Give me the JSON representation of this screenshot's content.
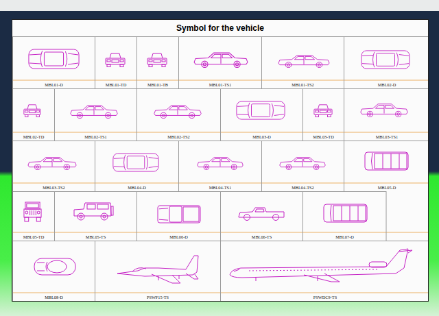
{
  "diagram": {
    "title": "Symbol for the vehicle",
    "nodes": [
      {
        "text": [
          "MBL01-D"
        ]
      },
      {
        "text": [
          "MBL01-TD"
        ]
      },
      {
        "text": [
          "MBL01-TB"
        ]
      },
      {
        "text": [
          "MBL01-TS1"
        ]
      },
      {
        "text": [
          "MBL01-TS2"
        ]
      },
      {
        "text": [
          "MBL02-D"
        ]
      },
      {
        "text": [
          "MBL02-TD"
        ]
      },
      {
        "text": [
          "MBL02-TS1"
        ]
      },
      {
        "text": [
          "MBL02-TS2"
        ]
      },
      {
        "text": [
          "MBL03-D"
        ]
      },
      {
        "text": [
          "MBL03-TD"
        ]
      },
      {
        "text": [
          "MBL03-TS1"
        ]
      },
      {
        "text": [
          "MBL03-TS2"
        ]
      },
      {
        "text": [
          "MBL04-D"
        ]
      },
      {
        "text": [
          "MBL04-TS1"
        ]
      },
      {
        "text": [
          "MBL04-TS2"
        ]
      },
      {
        "text": [
          "MBL05-D"
        ]
      },
      {
        "text": [
          "MBL05-TD"
        ]
      },
      {
        "text": [
          "MBL05-TS"
        ]
      },
      {
        "text": [
          "MBL06-D"
        ]
      },
      {
        "text": [
          "MBL06-TS"
        ]
      },
      {
        "text": [
          "MBL07-D"
        ]
      },
      {
        "text": [
          "MBL08-D"
        ]
      },
      {
        "text": [
          "PSWF15-TS"
        ]
      },
      {
        "text": [
          "PSWDC9-TS"
        ]
      }
    ]
  }
}
